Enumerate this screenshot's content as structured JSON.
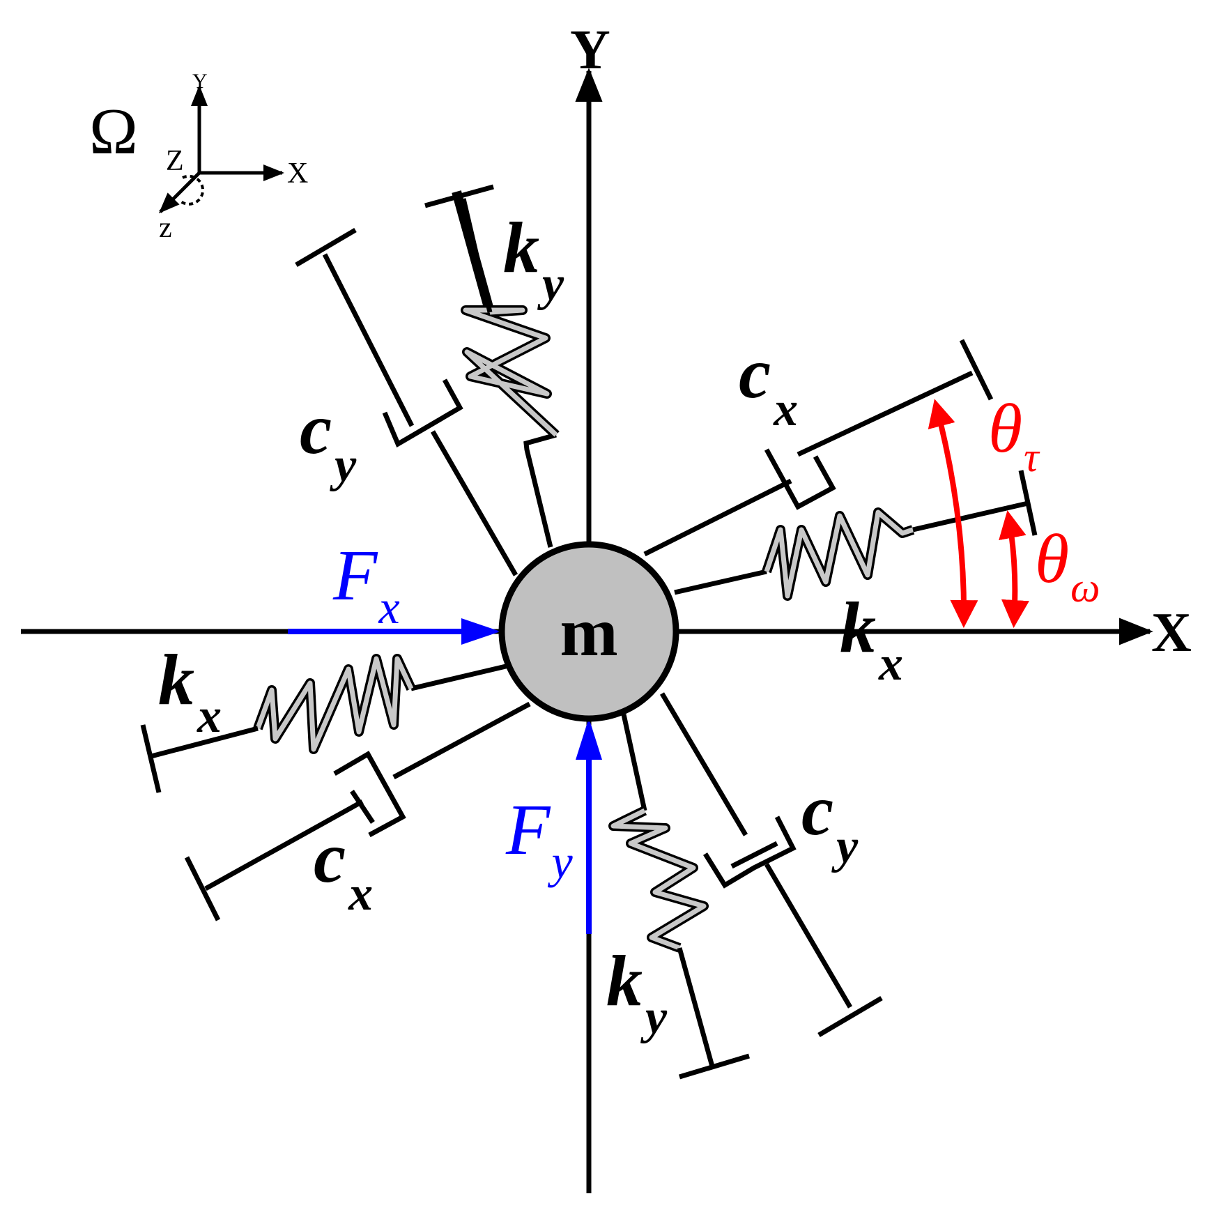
{
  "mass": {
    "label": "m",
    "fill": "#c0c0c0"
  },
  "axes": {
    "x_label": "X",
    "y_label": "Y"
  },
  "rotation": {
    "omega_symbol": "Ω",
    "frame": {
      "y": "Y",
      "x": "X",
      "z_upper": "Z",
      "z_lower": "z"
    }
  },
  "springs": {
    "ky_top": {
      "base": "k",
      "sub": "y"
    },
    "ky_bottom": {
      "base": "k",
      "sub": "y"
    },
    "kx_right": {
      "base": "k",
      "sub": "x"
    },
    "kx_left": {
      "base": "k",
      "sub": "x"
    },
    "color": "#c8c8c8"
  },
  "dampers": {
    "cy_top": {
      "base": "c",
      "sub": "y"
    },
    "cy_bottom": {
      "base": "c",
      "sub": "y"
    },
    "cx_right": {
      "base": "c",
      "sub": "x"
    },
    "cx_left": {
      "base": "c",
      "sub": "x"
    }
  },
  "forces": {
    "fx": {
      "base": "F",
      "sub": "x"
    },
    "fy": {
      "base": "F",
      "sub": "y"
    },
    "color": "#0000ff"
  },
  "angles": {
    "theta_tau": {
      "base": "θ",
      "sub": "τ"
    },
    "theta_omega": {
      "base": "θ",
      "sub": "ω"
    },
    "color": "#ff0000"
  }
}
